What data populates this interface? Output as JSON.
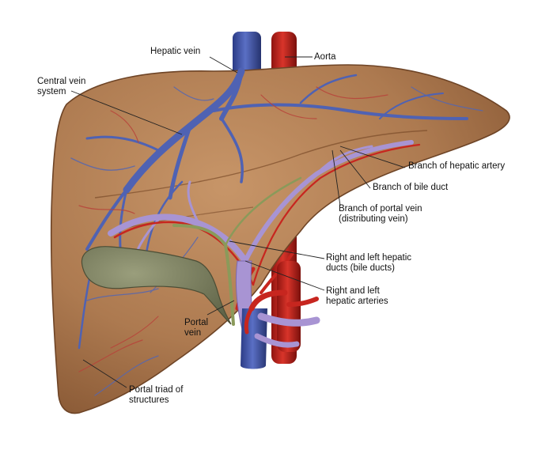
{
  "labels": {
    "hepatic_vein": "Hepatic vein",
    "aorta": "Aorta",
    "central_vein": [
      "Central vein",
      "system"
    ],
    "branch_hepatic_artery": "Branch of hepatic artery",
    "branch_bile_duct": "Branch of bile duct",
    "branch_portal_vein": [
      "Branch of portal vein",
      "(distributing vein)"
    ],
    "hepatic_ducts": [
      "Right and left hepatic",
      "ducts (bile ducts)"
    ],
    "hepatic_arteries": [
      "Right and left",
      "hepatic arteries"
    ],
    "portal_vein": [
      "Portal",
      "vein"
    ],
    "portal_triad": [
      "Portal triad of",
      "structures"
    ]
  },
  "colors": {
    "liver": "#b07b52",
    "liver_edge": "#6e4426",
    "vein": "#4f62b3",
    "artery": "#c7261f",
    "portal": "#a894d3",
    "gallbladder": "#7c8060",
    "leader": "#222222"
  }
}
